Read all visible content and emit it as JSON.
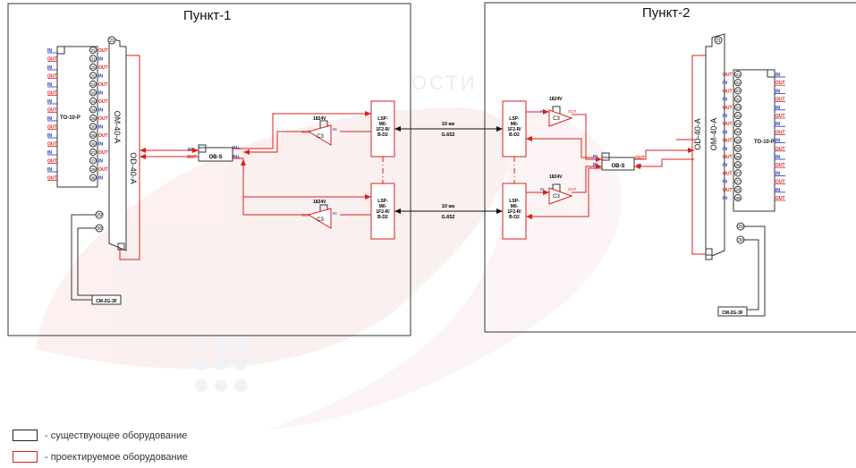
{
  "diagram": {
    "site1": {
      "title": "Пункт-1",
      "to_panel": "TO-10-P",
      "mux_om": "OM-40-A",
      "mux_od": "OD-40-A",
      "obs": "OB-S",
      "cm": "CM-2G-3F",
      "lsp_top": [
        "LSP-",
        "M0-",
        "1F2-R/",
        "B-D2"
      ],
      "lsp_bottom": [
        "LSP-",
        "M0-",
        "1F2-R/",
        "B-D2"
      ],
      "amp_top_label": "1824V",
      "amp_bottom_label": "1824V",
      "amp_code": "C3"
    },
    "site2": {
      "title": "Пункт-2",
      "to_panel": "TO-10-P",
      "mux_om": "OM-40-A",
      "mux_od": "OD-40-A",
      "obs": "OB-S",
      "cm": "CM-2G-3F",
      "lsp_top": [
        "LSP-",
        "M0-",
        "1F2-R/",
        "B-D2"
      ],
      "lsp_bottom": [
        "LSP-",
        "M0-",
        "1F2-R/",
        "B-D2"
      ],
      "amp_top_label": "1824V",
      "amp_bottom_label": "1824V",
      "amp_code": "C3"
    },
    "links": [
      {
        "distance": "10 км",
        "fiber": "G.652"
      },
      {
        "distance": "10 км",
        "fiber": "G.652"
      }
    ],
    "port_labels": {
      "in": "IN",
      "out": "OUT",
      "in_plus": "IN+"
    },
    "channels": [
      "21",
      "31",
      "22",
      "32",
      "23",
      "33",
      "24",
      "34",
      "25",
      "35",
      "26",
      "36",
      "27",
      "37",
      "28",
      "38"
    ],
    "mux_top_port": "21",
    "cm_ports": [
      "29",
      "39"
    ],
    "colors": {
      "existing": "#222222",
      "designed": "#d92020",
      "in_text": "#1a2fb8",
      "out_text": "#d92020"
    }
  },
  "legend": {
    "existing": "- существующее оборудование",
    "designed": "- проектируемое оборудование"
  }
}
